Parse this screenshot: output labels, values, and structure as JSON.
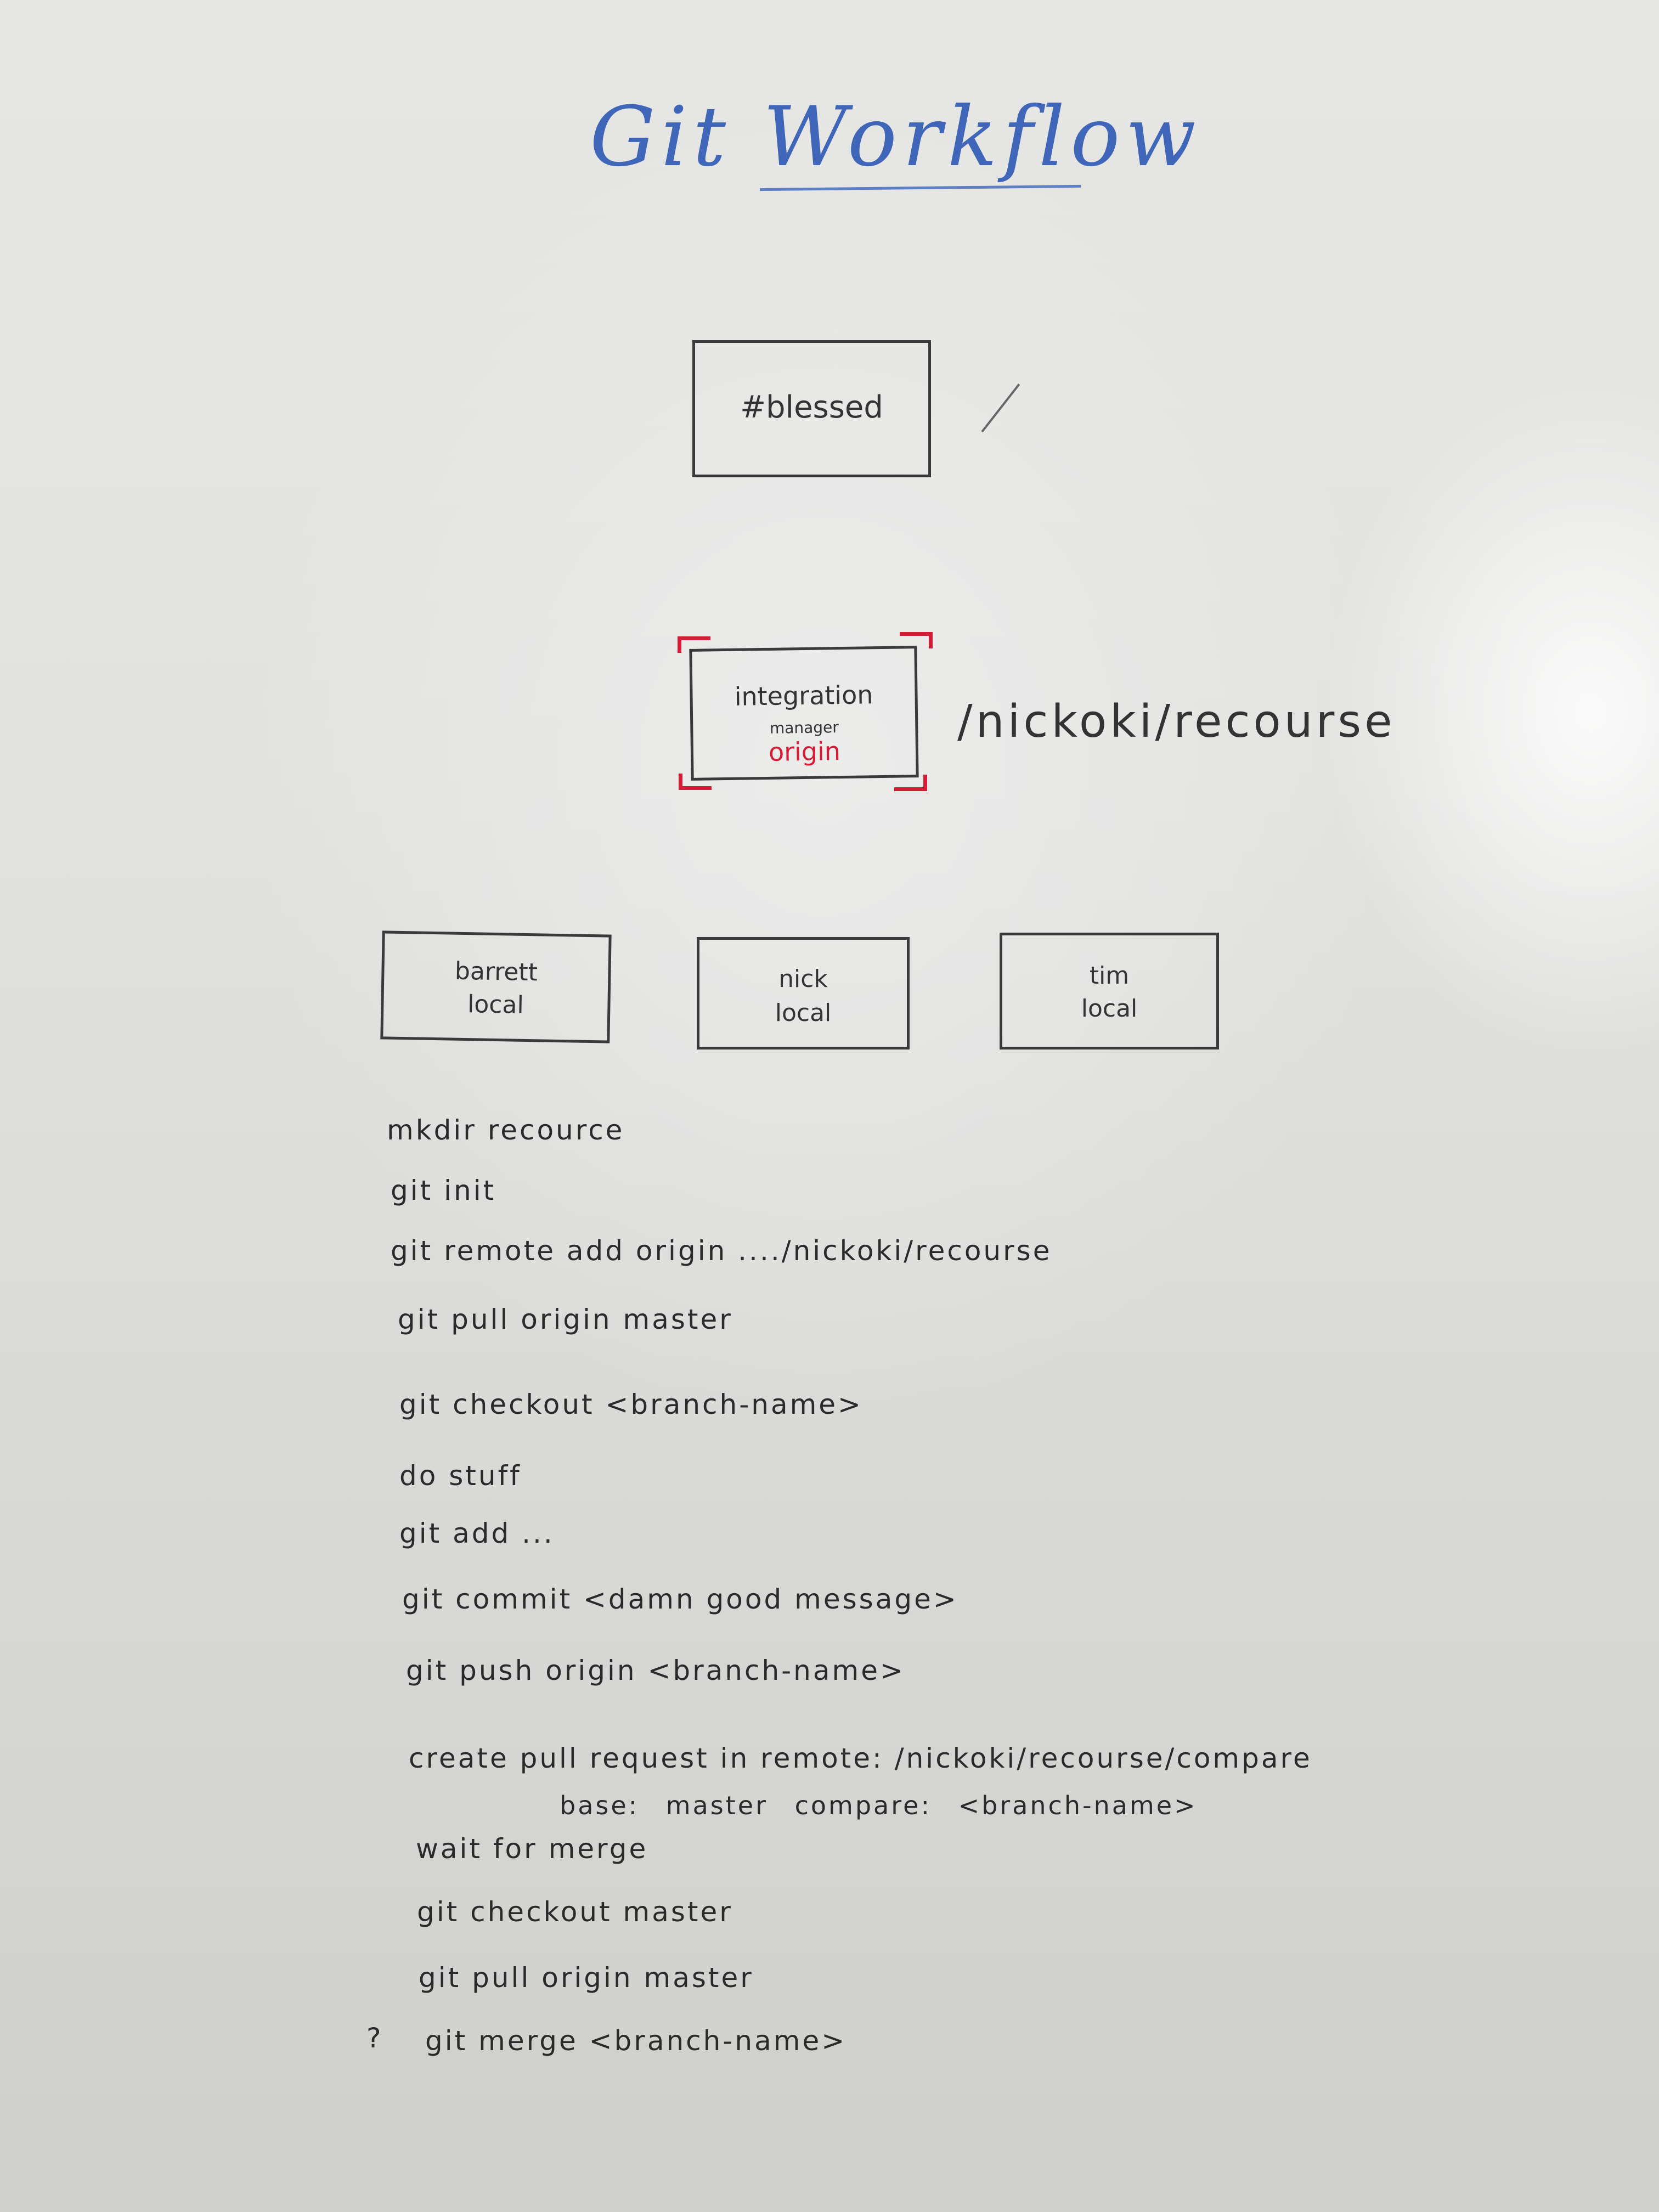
{
  "title": "Git Workflow",
  "diagram": {
    "blessed": "#blessed",
    "integration_line1": "integration",
    "integration_line2": "manager",
    "integration_origin": "origin",
    "origin_path": "/nickoki/recourse",
    "locals": [
      {
        "name": "barrett",
        "sub": "local"
      },
      {
        "name": "nick",
        "sub": "local"
      },
      {
        "name": "tim",
        "sub": "local"
      }
    ]
  },
  "commands": [
    "mkdir recource",
    "git init",
    "git remote add origin ..../nickoki/recourse",
    "git pull origin master",
    "git checkout <branch-name>",
    "do stuff",
    "git add ...",
    "git commit <damn good message>",
    "git push origin <branch-name>",
    "create pull request in remote: /nickoki/recourse/compare",
    "base: master compare: <branch-name>",
    "wait for merge",
    "git checkout master",
    "git pull origin master",
    "git merge <branch-name>"
  ],
  "question_mark": "?",
  "colors": {
    "title_blue": "#3f66b8",
    "marker_black": "#2c2c2c",
    "marker_red": "#d41c37",
    "whiteboard": "#e2e2e0"
  }
}
